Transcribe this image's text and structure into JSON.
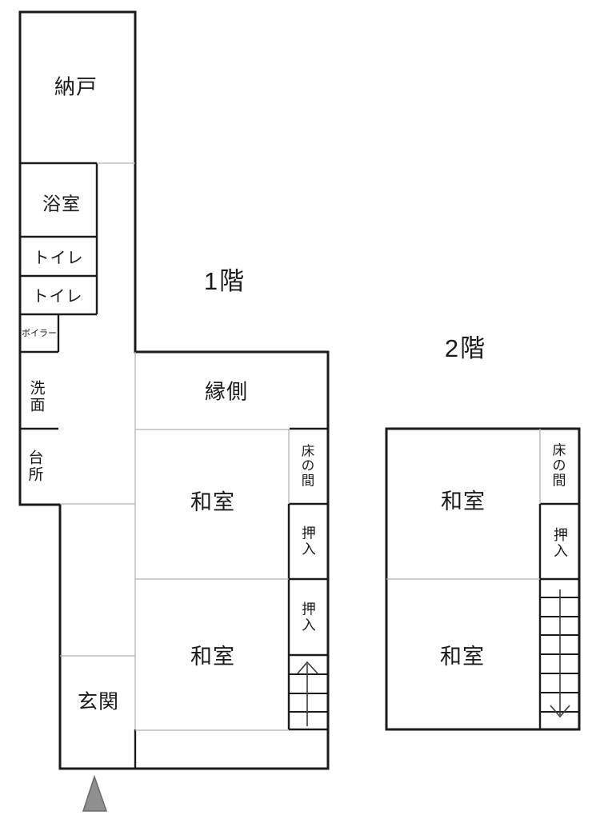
{
  "floor1": {
    "label": "1階",
    "rooms": {
      "nando": "納戸",
      "yokushitsu": "浴室",
      "toilet_upper": "トイレ",
      "toilet_lower": "トイレ",
      "boiler": "ボイラー",
      "senmen": "洗面",
      "daidokoro": "台所",
      "engawa": "縁側",
      "washitsu_north": "和室",
      "washitsu_south": "和室",
      "tokonoma": "床の間",
      "oshiire_north": "押入",
      "oshiire_south": "押入",
      "genkan": "玄関"
    }
  },
  "floor2": {
    "label": "2階",
    "rooms": {
      "washitsu_north": "和室",
      "washitsu_south": "和室",
      "tokonoma": "床の間",
      "oshiire": "押入"
    }
  },
  "icons": {
    "stairs_up_arrow": "arrow-up",
    "stairs_down_arrow": "arrow-down",
    "entrance_marker": "triangle-up"
  },
  "colors": {
    "background": "#ffffff",
    "wall": "#1b1b1b",
    "partition_light": "#b4b4b4",
    "entrance_marker_fill": "#8f8f8f",
    "entrance_marker_border": "#6b6b6b"
  }
}
